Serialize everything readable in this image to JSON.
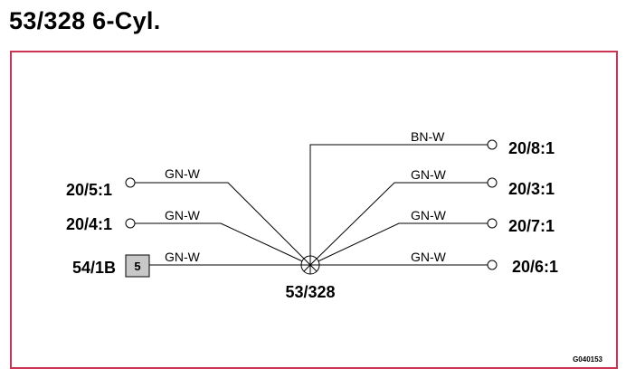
{
  "title": "53/328 6-Cyl.",
  "center_label": "53/328",
  "code": "G040153",
  "colors": {
    "frame": "#cc3355",
    "line": "#000000",
    "connector_fill": "#c8c8c8"
  },
  "left_terminals": [
    {
      "label": "20/5:1",
      "wire": "GN-W",
      "type": "circle-terminal"
    },
    {
      "label": "20/4:1",
      "wire": "GN-W",
      "type": "circle-terminal"
    },
    {
      "label": "54/1B",
      "wire": "GN-W",
      "type": "connector",
      "pin": "5"
    }
  ],
  "right_terminals": [
    {
      "label": "20/8:1",
      "wire": "BN-W",
      "type": "circle-terminal"
    },
    {
      "label": "20/3:1",
      "wire": "GN-W",
      "type": "circle-terminal"
    },
    {
      "label": "20/7:1",
      "wire": "GN-W",
      "type": "circle-terminal"
    },
    {
      "label": "20/6:1",
      "wire": "GN-W",
      "type": "circle-terminal"
    }
  ]
}
